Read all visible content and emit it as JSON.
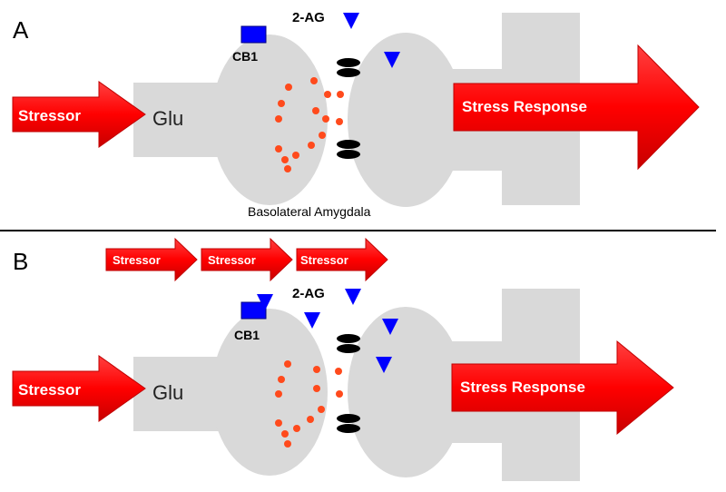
{
  "panel_a": {
    "letter": "A",
    "top_label": "2-AG",
    "receptor_label": "CB1",
    "neurotransmitter_label": "Glu",
    "input_arrow_label": "Stressor",
    "output_arrow_label": "Stress Response",
    "region_label": "Basolateral Amygdala"
  },
  "panel_b": {
    "letter": "B",
    "top_label": "2-AG",
    "receptor_label": "CB1",
    "neurotransmitter_label": "Glu",
    "input_arrow_label": "Stressor",
    "output_arrow_label": "Stress Response",
    "repeated_stressors": [
      "Stressor",
      "Stressor",
      "Stressor"
    ]
  },
  "colors": {
    "neuron": "#d9d9d9",
    "arrow": "#ff0000",
    "vesicle": "#ff4a1c",
    "receptor": "#0000ff",
    "ligand": "#0000ff",
    "postsynaptic_receptor": "#000000",
    "divider": "#000000"
  }
}
